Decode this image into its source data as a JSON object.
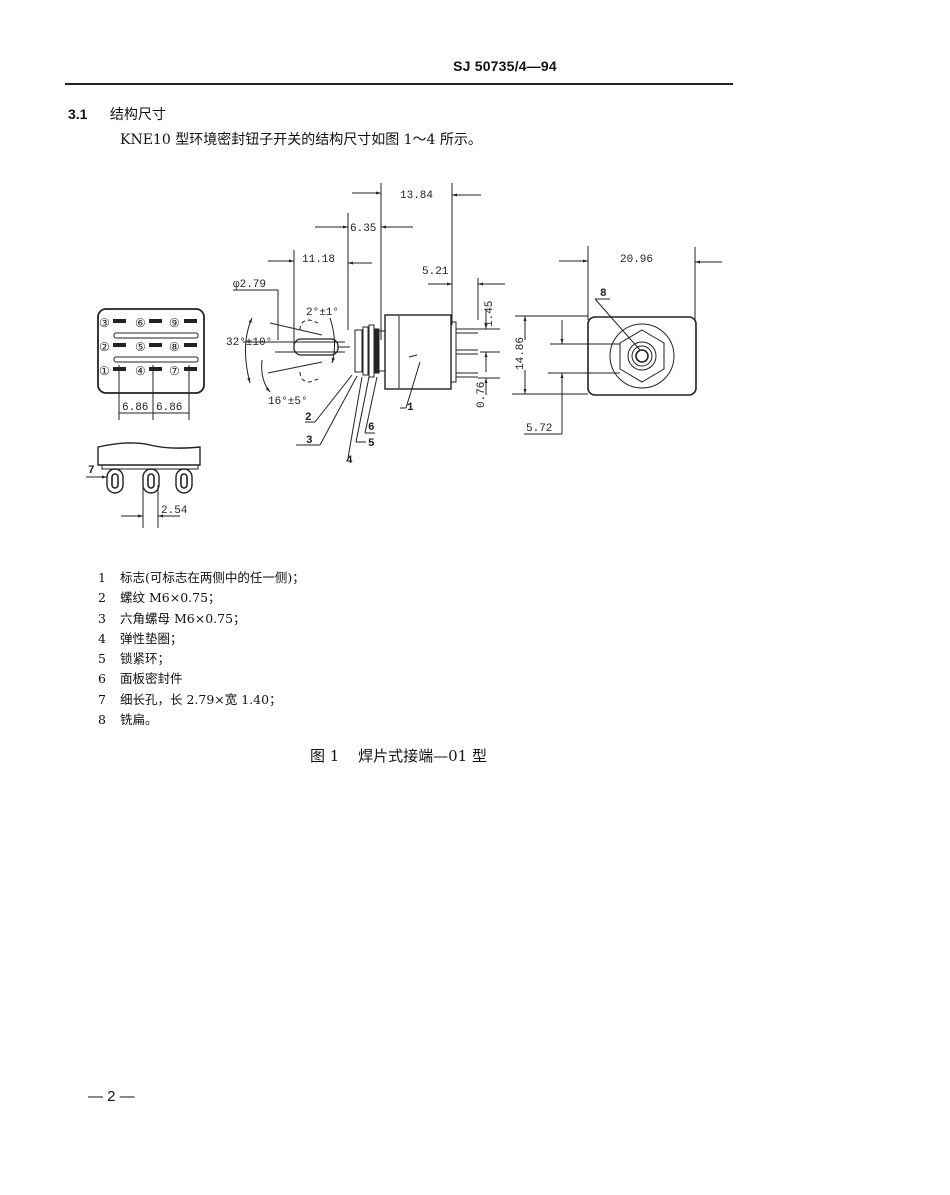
{
  "header": {
    "standard_code": "SJ 50735/4—94"
  },
  "section": {
    "number": "3.1",
    "title": "结构尺寸",
    "intro": "KNE10 型环境密封钮子开关的结构尺寸如图 1～4 所示。"
  },
  "figure": {
    "dimensions": {
      "d_13_84": "13.84",
      "d_6_35": "6.35",
      "d_11_18": "11.18",
      "d_phi_2_79": "φ2.79",
      "d_5_21": "5.21",
      "d_1_45": "1.45",
      "d_0_76": "0.76",
      "d_20_96": "20.96",
      "d_14_86": "14.86",
      "d_5_72": "5.72",
      "d_6_86_a": "6.86",
      "d_6_86_b": "6.86",
      "d_2_54": "2.54"
    },
    "angles": {
      "a_small": "2°±1°",
      "a_throw": "32°±10°",
      "a_lower": "16°±5°"
    },
    "terminal_labels": [
      "③",
      "⑥",
      "⑨",
      "②",
      "⑤",
      "⑧",
      "①",
      "④",
      "⑦"
    ],
    "callouts": [
      "1",
      "2",
      "3",
      "4",
      "5",
      "6",
      "7",
      "8"
    ],
    "caption_number": "图 1",
    "caption_title": "焊片式接端—01 型"
  },
  "legend": {
    "items": [
      {
        "num": "1",
        "text": "标志(可标志在两侧中的任一侧)；"
      },
      {
        "num": "2",
        "text": "螺纹 M6×0.75；"
      },
      {
        "num": "3",
        "text": "六角螺母 M6×0.75；"
      },
      {
        "num": "4",
        "text": "弹性垫圈；"
      },
      {
        "num": "5",
        "text": "锁紧环；"
      },
      {
        "num": "6",
        "text": "面板密封件"
      },
      {
        "num": "7",
        "text": "细长孔，长 2.79×宽 1.40；"
      },
      {
        "num": "8",
        "text": "铣扁。"
      }
    ]
  },
  "footer": {
    "page_number": "— 2 —"
  }
}
